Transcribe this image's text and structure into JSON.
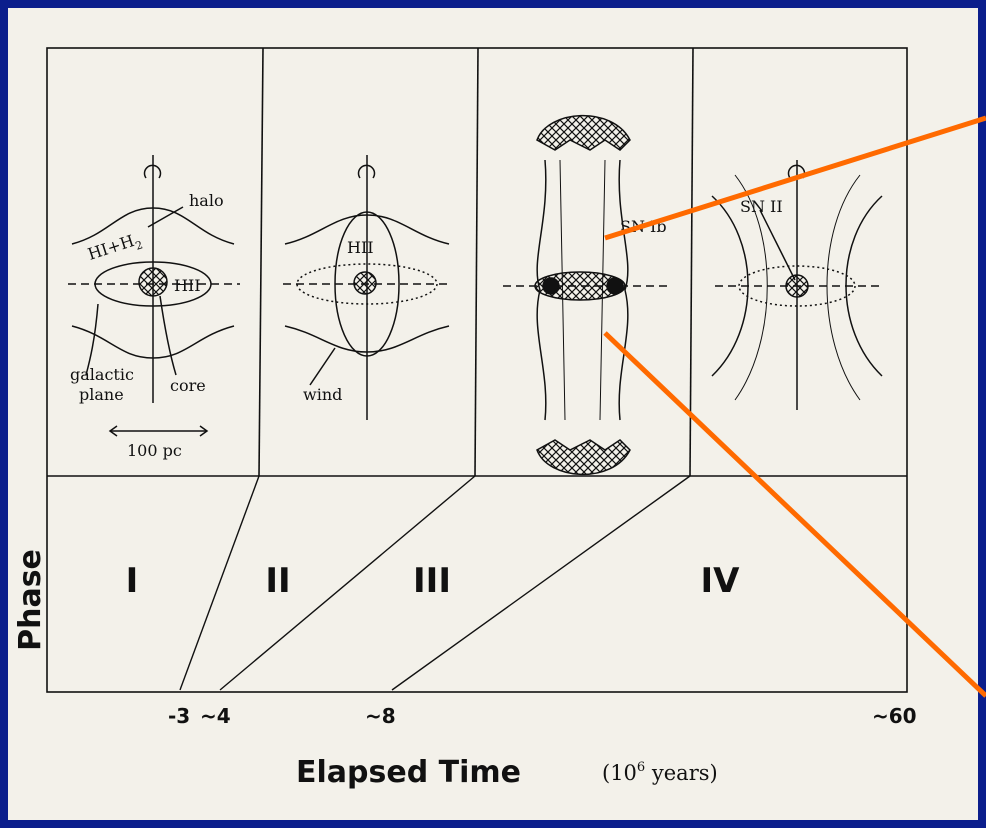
{
  "axis": {
    "x_label": "Elapsed Time",
    "x_unit": "(10",
    "x_unit_exp": "6",
    "x_unit_tail": " years)",
    "y_label": "Phase"
  },
  "phases": [
    "I",
    "II",
    "III",
    "IV"
  ],
  "ticks": [
    "-3",
    "~4",
    "~8",
    "~60"
  ],
  "panel1": {
    "halo": "halo",
    "hi_h2": "HI+H",
    "h2_sub": "2",
    "hii": "HII",
    "galactic": "galactic",
    "plane": "plane",
    "core": "core",
    "scale": "100 pc"
  },
  "panel2": {
    "hii": "HII",
    "wind": "wind"
  },
  "panel3": {
    "sn": "SN I",
    "sn_sub": "b"
  },
  "panel4": {
    "sn": "SN II"
  },
  "colors": {
    "frame": "#0b1e8c",
    "paper": "#f3f1ea",
    "highlight": "#ff6a00"
  }
}
